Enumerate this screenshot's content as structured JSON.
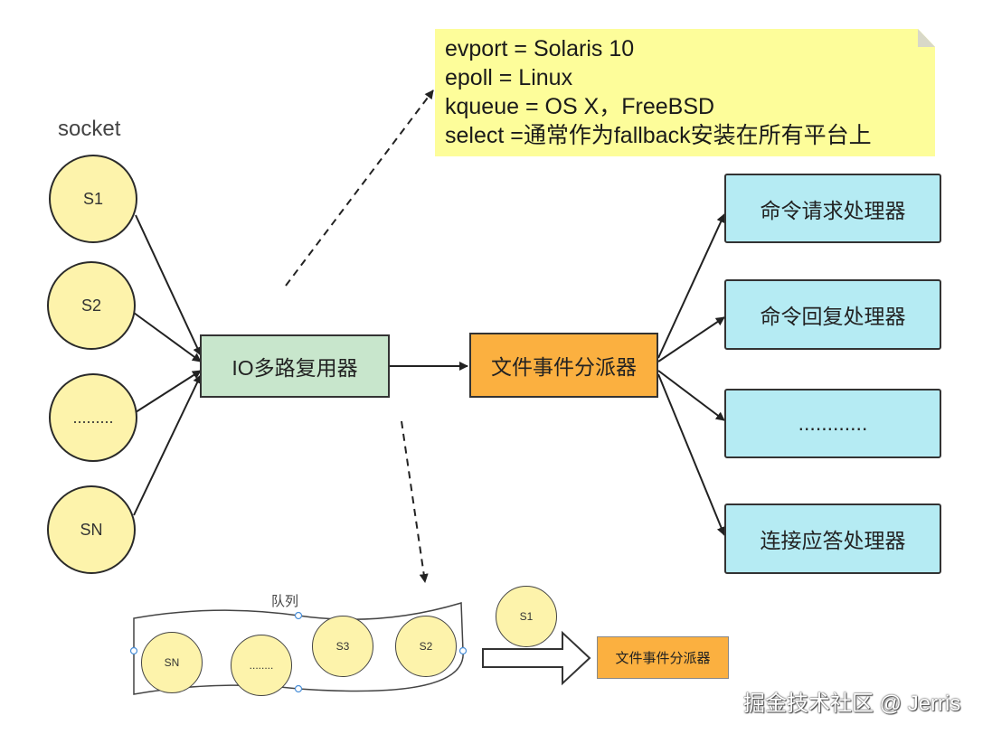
{
  "note": {
    "lines": [
      "evport = Solaris 10",
      "epoll = Linux",
      "kqueue = OS X，FreeBSD",
      "select =通常作为fallback安装在所有平台上"
    ]
  },
  "socket_label": "socket",
  "sockets": [
    "S1",
    "S2",
    ".........",
    "SN"
  ],
  "multiplexer": "IO多路复用器",
  "dispatcher": "文件事件分派器",
  "handlers": [
    "命令请求处理器",
    "命令回复处理器",
    "............",
    "连接应答处理器"
  ],
  "queue": {
    "label": "队列",
    "items": [
      "SN",
      "........",
      "S3",
      "S2"
    ],
    "outgoing": "S1",
    "target": "文件事件分派器"
  },
  "watermark": "掘金技术社区 @ Jerris"
}
